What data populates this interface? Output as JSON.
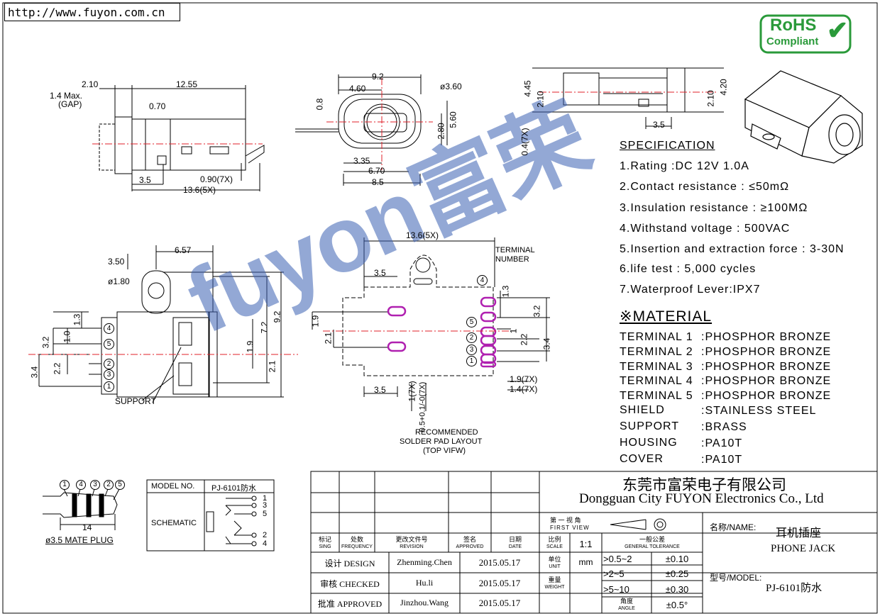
{
  "url": "http://www.fuyon.com.cn",
  "rohs": {
    "line1": "RoHS",
    "line2": "Compliant"
  },
  "watermark": "fuyon富荣",
  "views": {
    "side": {
      "dims": [
        "2.10",
        "12.55",
        "1.4 Max.",
        "(GAP)",
        "0.70",
        "3.5",
        "0.90(7X)",
        "13.6(5X)"
      ]
    },
    "front": {
      "dims": [
        "9.2",
        "4.60",
        "ø3.60",
        "0.8",
        "2.80",
        "5.60",
        "3.35",
        "6.70",
        "8.5"
      ]
    },
    "top_right": {
      "dims": [
        "4.45",
        "2.10",
        "2.10",
        "4.20",
        "3.5",
        "0.4(7X)"
      ]
    },
    "bottom_left": {
      "dims": [
        "3.50",
        "6.57",
        "ø1.80",
        "1.3",
        "3.2",
        "1.0",
        "2.2",
        "3.4",
        "7.2",
        "9.2",
        "1.9",
        "2.1"
      ],
      "support": "SUPPORT",
      "pins": [
        "4",
        "5",
        "2",
        "3",
        "1"
      ]
    },
    "pad_layout": {
      "dims": [
        "13.6(5X)",
        "3.5",
        "1.9",
        "2.1",
        "3.5",
        "1(7X)",
        "0.5+0.1/-0(7X)",
        "1.3",
        "3.2",
        "1",
        "2.2",
        "3.4",
        "1.9(7X)",
        "1.4(7X)"
      ],
      "terminal_label": "TERMINAL",
      "number_label": "NUMBER",
      "caption": [
        "RECOMMENDED",
        "SOLDER PAD LAYOUT",
        "(TOP VIFW)"
      ],
      "pins": [
        "4",
        "5",
        "2",
        "3",
        "1"
      ]
    }
  },
  "specification": {
    "title": "SPECIFICATION",
    "items": [
      "1.Rating  :DC 12V 1.0A",
      "2.Contact resistance : ≤50mΩ",
      "3.Insulation resistance : ≥100MΩ",
      "4.Withstand voltage : 500VAC",
      "5.Insertion and extraction force : 3-30N",
      "6.life test : 5,000 cycles",
      "7.Waterproof Lever:IPX7"
    ]
  },
  "material": {
    "title": "※MATERIAL",
    "rows": [
      {
        "part": "TERMINAL 1",
        "value": ":PHOSPHOR BRONZE"
      },
      {
        "part": "TERMINAL 2",
        "value": ":PHOSPHOR BRONZE"
      },
      {
        "part": "TERMINAL 3",
        "value": ":PHOSPHOR BRONZE"
      },
      {
        "part": "TERMINAL 4",
        "value": ":PHOSPHOR BRONZE"
      },
      {
        "part": "TERMINAL 5",
        "value": ":PHOSPHOR BRONZE"
      },
      {
        "part": "SHIELD",
        "value": ":STAINLESS STEEL"
      },
      {
        "part": "SUPPORT",
        "value": ":BRASS"
      },
      {
        "part": "HOUSING",
        "value": ":PA10T"
      },
      {
        "part": "COVER",
        "value": ":PA10T"
      }
    ]
  },
  "plug": {
    "caption": "ø3.5 MATE PLUG",
    "dim": "14",
    "pins": [
      "1",
      "4",
      "3",
      "2",
      "5"
    ]
  },
  "schematic": {
    "model_label": "MODEL NO.",
    "model": "PJ-6101防水",
    "label": "SCHEMATIC",
    "pins": [
      "1",
      "3",
      "5",
      "2",
      "4"
    ]
  },
  "title_block": {
    "company_cn": "东莞市富荣电子有限公司",
    "company_en": "Dongguan City FUYON Electronics Co., Ltd",
    "projection_cn": "第 一 视 角",
    "projection_en": "FIRST VIEW",
    "name_label": "名称/NAME:",
    "name_cn": "耳机插座",
    "name_en": "PHONE JACK",
    "model_label": "型号/MODEL:",
    "model": "PJ-6101防水",
    "headers": [
      {
        "cn": "标记",
        "en": "SING"
      },
      {
        "cn": "处数",
        "en": "FREQUENCY"
      },
      {
        "cn": "更改文件号",
        "en": "REVISION"
      },
      {
        "cn": "签名",
        "en": "APPROVED"
      },
      {
        "cn": "日期",
        "en": "DATE"
      },
      {
        "cn": "比例",
        "en": "SCALE"
      },
      {
        "cn": "一般公差",
        "en": "GENERAL TOLERANCE"
      }
    ],
    "scale": "1:1",
    "unit_cn": "单位",
    "unit_en": "UNIT",
    "unit": "mm",
    "weight_cn": "重量",
    "weight_en": "WEIGHT",
    "angle_cn": "角度",
    "angle_en": "ANGLE",
    "tolerances": [
      {
        "range": ">0.5~2",
        "tol": "±0.10"
      },
      {
        "range": ">2~5",
        "tol": "±0.25"
      },
      {
        "range": ">5~10",
        "tol": "±0.30"
      },
      {
        "range": "",
        "tol": "±0.5°"
      }
    ],
    "signoffs": [
      {
        "role": "设计 DESIGN",
        "name": "Zhenming.Chen",
        "date": "2015.05.17"
      },
      {
        "role": "审核 CHECKED",
        "name": "Hu.li",
        "date": "2015.05.17"
      },
      {
        "role": "批准 APPROVED",
        "name": "Jinzhou.Wang",
        "date": "2015.05.17"
      }
    ]
  },
  "colors": {
    "centerline": "#e0202a",
    "pad": "#b020b0",
    "watermark": "#3b62b4",
    "rohs": "#2a9a3a"
  }
}
